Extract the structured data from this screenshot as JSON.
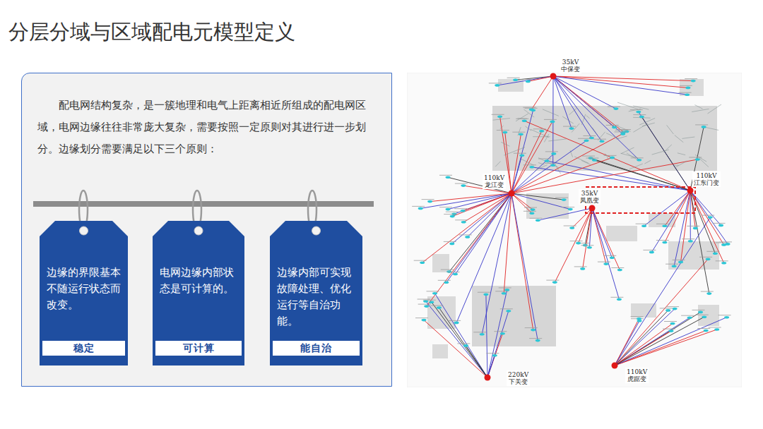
{
  "diagram": {
    "title": "分层分域与区域配电元模型定义",
    "nodes": [
      {
        "text": [
          "配电网结构复杂，是一簇地理和电气上距离相近所组成的配电网区域，电网边缘往往非常庞大复杂，需要按照一定原则对其进行进一步划分。边缘划分需要满足以下三个原则："
        ]
      },
      {
        "text": [
          "边缘的界限基本不随运行状态而改变。",
          "稳定"
        ],
        "in": 0
      },
      {
        "text": [
          "电网边缘内部状态是可计算的。",
          "可计算"
        ],
        "in": 0
      },
      {
        "text": [
          "边缘内部可实现故障处理、优化运行等自治功能。",
          "能自治"
        ],
        "in": 0
      },
      {
        "text": [
          "35kV 中保变"
        ]
      },
      {
        "text": [
          "110kV 龙江变"
        ]
      },
      {
        "text": [
          "35kV 凤凰变"
        ]
      },
      {
        "text": [
          "110kV 江东门变"
        ]
      },
      {
        "text": [
          "220kV 下关变"
        ]
      },
      {
        "text": [
          "110kV 虎踞变"
        ]
      }
    ]
  }
}
